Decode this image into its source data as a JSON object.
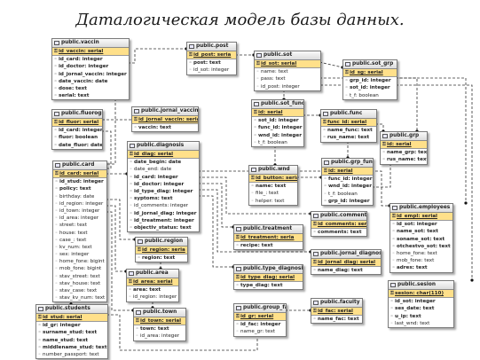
{
  "title": "Даталогическая модель базы данных.",
  "tables": [
    {
      "name": "public.vaccin",
      "fields": [
        {
          "text": "id_vaccin: serial",
          "kind": "pk"
        },
        {
          "text": "id_card: integer",
          "kind": "bold"
        },
        {
          "text": "id_doctor: integer",
          "kind": "bold"
        },
        {
          "text": "id_jornal_vaccin: integer",
          "kind": "bold"
        },
        {
          "text": "date_vaccin: date",
          "kind": "bold"
        },
        {
          "text": "dose: text",
          "kind": "bold"
        },
        {
          "text": "serial: text",
          "kind": "bold"
        }
      ]
    },
    {
      "name": "public.post",
      "fields": [
        {
          "text": "id_post: seria",
          "kind": "pk"
        },
        {
          "text": "post: text",
          "kind": "bold"
        },
        {
          "text": "id_sot: integer",
          "kind": "normal"
        }
      ]
    },
    {
      "name": "public.sot",
      "fields": [
        {
          "text": "id_sot: serial",
          "kind": "pk"
        },
        {
          "text": "name: text",
          "kind": "normal"
        },
        {
          "text": "pass: text",
          "kind": "normal"
        },
        {
          "text": "id_post: integer",
          "kind": "normal"
        }
      ]
    },
    {
      "name": "public.sot_grp",
      "fields": [
        {
          "text": "id_sg: serial",
          "kind": "pk"
        },
        {
          "text": "grp_id: integer",
          "kind": "bold"
        },
        {
          "text": "sot_id: integer",
          "kind": "bold"
        },
        {
          "text": "t_f: boolean",
          "kind": "normal"
        }
      ]
    },
    {
      "name": "public.fluorography",
      "fields": [
        {
          "text": "id_fluor: serial",
          "kind": "pk"
        },
        {
          "text": "id_card: integer",
          "kind": "bold"
        },
        {
          "text": "fluor: boolean",
          "kind": "bold"
        },
        {
          "text": "date_fluor: date",
          "kind": "bold"
        }
      ]
    },
    {
      "name": "public.jornal_vaccin",
      "fields": [
        {
          "text": "id_jornal_vaccin: serial",
          "kind": "pk"
        },
        {
          "text": "vaccin: text",
          "kind": "bold"
        }
      ]
    },
    {
      "name": "public.sot_func",
      "fields": [
        {
          "text": "id: serial",
          "kind": "pk"
        },
        {
          "text": "sot_id: integer",
          "kind": "bold"
        },
        {
          "text": "func_id: integer",
          "kind": "bold"
        },
        {
          "text": "wnd_id: integer",
          "kind": "bold"
        },
        {
          "text": "t_f: boolean",
          "kind": "normal"
        }
      ]
    },
    {
      "name": "public.func",
      "fields": [
        {
          "text": "func_id: serial",
          "kind": "pk"
        },
        {
          "text": "name_func: text",
          "kind": "bold"
        },
        {
          "text": "rus_name: text",
          "kind": "bold"
        }
      ]
    },
    {
      "name": "public.grp",
      "fields": [
        {
          "text": "id: serial",
          "kind": "pk"
        },
        {
          "text": "name_grp: text",
          "kind": "bold"
        },
        {
          "text": "rus_name: text",
          "kind": "bold"
        }
      ]
    },
    {
      "name": "public.card",
      "fields": [
        {
          "text": "id_card: serial",
          "kind": "pk"
        },
        {
          "text": "id_stud: integer",
          "kind": "bold"
        },
        {
          "text": "policy: text",
          "kind": "bold"
        },
        {
          "text": "birthday: date",
          "kind": "normal"
        },
        {
          "text": "id_region: integer",
          "kind": "normal"
        },
        {
          "text": "id_town: integer",
          "kind": "normal"
        },
        {
          "text": "id_area: integer",
          "kind": "normal"
        },
        {
          "text": "street: text",
          "kind": "normal"
        },
        {
          "text": "house: text",
          "kind": "normal"
        },
        {
          "text": "case_: text",
          "kind": "normal"
        },
        {
          "text": "kv_num: text",
          "kind": "normal"
        },
        {
          "text": "sex: integer",
          "kind": "normal"
        },
        {
          "text": "home_fone: bigint",
          "kind": "normal"
        },
        {
          "text": "mob_fone: bigint",
          "kind": "normal"
        },
        {
          "text": "stav_street: text",
          "kind": "normal"
        },
        {
          "text": "stav_house: text",
          "kind": "normal"
        },
        {
          "text": "stav_case: text",
          "kind": "normal"
        },
        {
          "text": "stav_kv_num: text",
          "kind": "normal"
        }
      ]
    },
    {
      "name": "public.diagnosis",
      "fields": [
        {
          "text": "id_diag: serial",
          "kind": "pk"
        },
        {
          "text": "date_begin: date",
          "kind": "bold"
        },
        {
          "text": "date_end: date",
          "kind": "normal"
        },
        {
          "text": "id_card: integer",
          "kind": "bold"
        },
        {
          "text": "id_doctor: integer",
          "kind": "bold"
        },
        {
          "text": "id_type_diag: integer",
          "kind": "bold"
        },
        {
          "text": "syptoms: text",
          "kind": "bold"
        },
        {
          "text": "id_comments: integer",
          "kind": "normal"
        },
        {
          "text": "id_jornal_diag: integer",
          "kind": "bold"
        },
        {
          "text": "id_treatment: integer",
          "kind": "bold"
        },
        {
          "text": "objectiv_status: text",
          "kind": "bold"
        }
      ]
    },
    {
      "name": "public.wnd",
      "fields": [
        {
          "text": "id_button: serial",
          "kind": "pk"
        },
        {
          "text": "name: text",
          "kind": "bold"
        },
        {
          "text": "file_: text",
          "kind": "normal"
        },
        {
          "text": "helper: text",
          "kind": "normal"
        }
      ]
    },
    {
      "name": "public.grp_func",
      "fields": [
        {
          "text": "id: serial",
          "kind": "pk"
        },
        {
          "text": "func_id: integer",
          "kind": "bold"
        },
        {
          "text": "wnd_id: integer",
          "kind": "bold"
        },
        {
          "text": "t_f: boolean",
          "kind": "normal"
        },
        {
          "text": "grp_id: integer",
          "kind": "bold"
        }
      ]
    },
    {
      "name": "public.employees",
      "fields": [
        {
          "text": "id_empl: serial",
          "kind": "pk"
        },
        {
          "text": "id_sot: integer",
          "kind": "bold"
        },
        {
          "text": "name_sot: text",
          "kind": "bold"
        },
        {
          "text": "soname_sot: text",
          "kind": "bold"
        },
        {
          "text": "otchestvo_sot: text",
          "kind": "bold"
        },
        {
          "text": "home_fone: text",
          "kind": "normal"
        },
        {
          "text": "mob_fone: text",
          "kind": "normal"
        },
        {
          "text": "adres: text",
          "kind": "bold"
        }
      ]
    },
    {
      "name": "public.comments",
      "fields": [
        {
          "text": "id_comments: seria",
          "kind": "pk"
        },
        {
          "text": "comments: text",
          "kind": "bold"
        }
      ]
    },
    {
      "name": "public.treatment",
      "fields": [
        {
          "text": "id_treatment: seria",
          "kind": "pk"
        },
        {
          "text": "recipe: text",
          "kind": "bold"
        }
      ]
    },
    {
      "name": "public.region",
      "fields": [
        {
          "text": "id_region: seria",
          "kind": "pk"
        },
        {
          "text": "region: text",
          "kind": "bold"
        }
      ]
    },
    {
      "name": "public.jornal_diagnosis",
      "fields": [
        {
          "text": "id_jornal_diag: serial",
          "kind": "pk"
        },
        {
          "text": "name_diag: text",
          "kind": "bold"
        }
      ]
    },
    {
      "name": "public.area",
      "fields": [
        {
          "text": "id_area: serial",
          "kind": "pk"
        },
        {
          "text": "area: text",
          "kind": "bold"
        },
        {
          "text": "id_region: integer",
          "kind": "normal"
        }
      ]
    },
    {
      "name": "public.type_diagnosis",
      "fields": [
        {
          "text": "id_type_diag: serial",
          "kind": "pk"
        },
        {
          "text": "type_diag: text",
          "kind": "bold"
        }
      ]
    },
    {
      "name": "public.sesion",
      "fields": [
        {
          "text": "sesion: char(110)",
          "kind": "pk"
        },
        {
          "text": "id_sot: integer",
          "kind": "bold"
        },
        {
          "text": "ses_date: text",
          "kind": "bold"
        },
        {
          "text": "u_ip: text",
          "kind": "bold"
        },
        {
          "text": "last_wnd: text",
          "kind": "normal"
        }
      ]
    },
    {
      "name": "public.students",
      "fields": [
        {
          "text": "id_stud: serial",
          "kind": "pk"
        },
        {
          "text": "id_gr: integer",
          "kind": "bold"
        },
        {
          "text": "surname_stud: text",
          "kind": "bold"
        },
        {
          "text": "name_stud: text",
          "kind": "bold"
        },
        {
          "text": "middlename_stud: text",
          "kind": "bold"
        },
        {
          "text": "number_passport: text",
          "kind": "normal"
        }
      ]
    },
    {
      "name": "public.town",
      "fields": [
        {
          "text": "id_town: serial",
          "kind": "pk"
        },
        {
          "text": "town: text",
          "kind": "bold"
        },
        {
          "text": "id_area: integer",
          "kind": "normal"
        }
      ]
    },
    {
      "name": "public.group_fac",
      "fields": [
        {
          "text": "id_gr: serial",
          "kind": "pk"
        },
        {
          "text": "id_fac: integer",
          "kind": "bold"
        },
        {
          "text": "name_gr: text",
          "kind": "normal"
        }
      ]
    },
    {
      "name": "public.faculty",
      "fields": [
        {
          "text": "id_fac: serial",
          "kind": "pk"
        },
        {
          "text": "name_fac: text",
          "kind": "bold"
        }
      ]
    }
  ]
}
